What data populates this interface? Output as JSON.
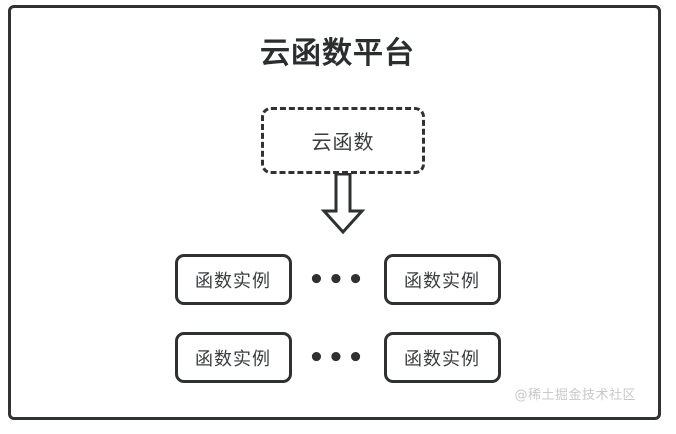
{
  "diagram": {
    "title": "云函数平台",
    "cloud_function": {
      "label": "云函数"
    },
    "arrow": {
      "icon": "down-block-arrow-icon",
      "direction": "down"
    },
    "rows": [
      {
        "left_instance": "函数实例",
        "ellipsis": "•••",
        "right_instance": "函数实例"
      },
      {
        "left_instance": "函数实例",
        "ellipsis": "•••",
        "right_instance": "函数实例"
      }
    ],
    "watermark": "@稀土掘金技术社区",
    "colors": {
      "stroke": "#2e3032",
      "background": "#ffffff",
      "text": "#3a3c3e",
      "watermark": "#c8c8c8"
    }
  }
}
